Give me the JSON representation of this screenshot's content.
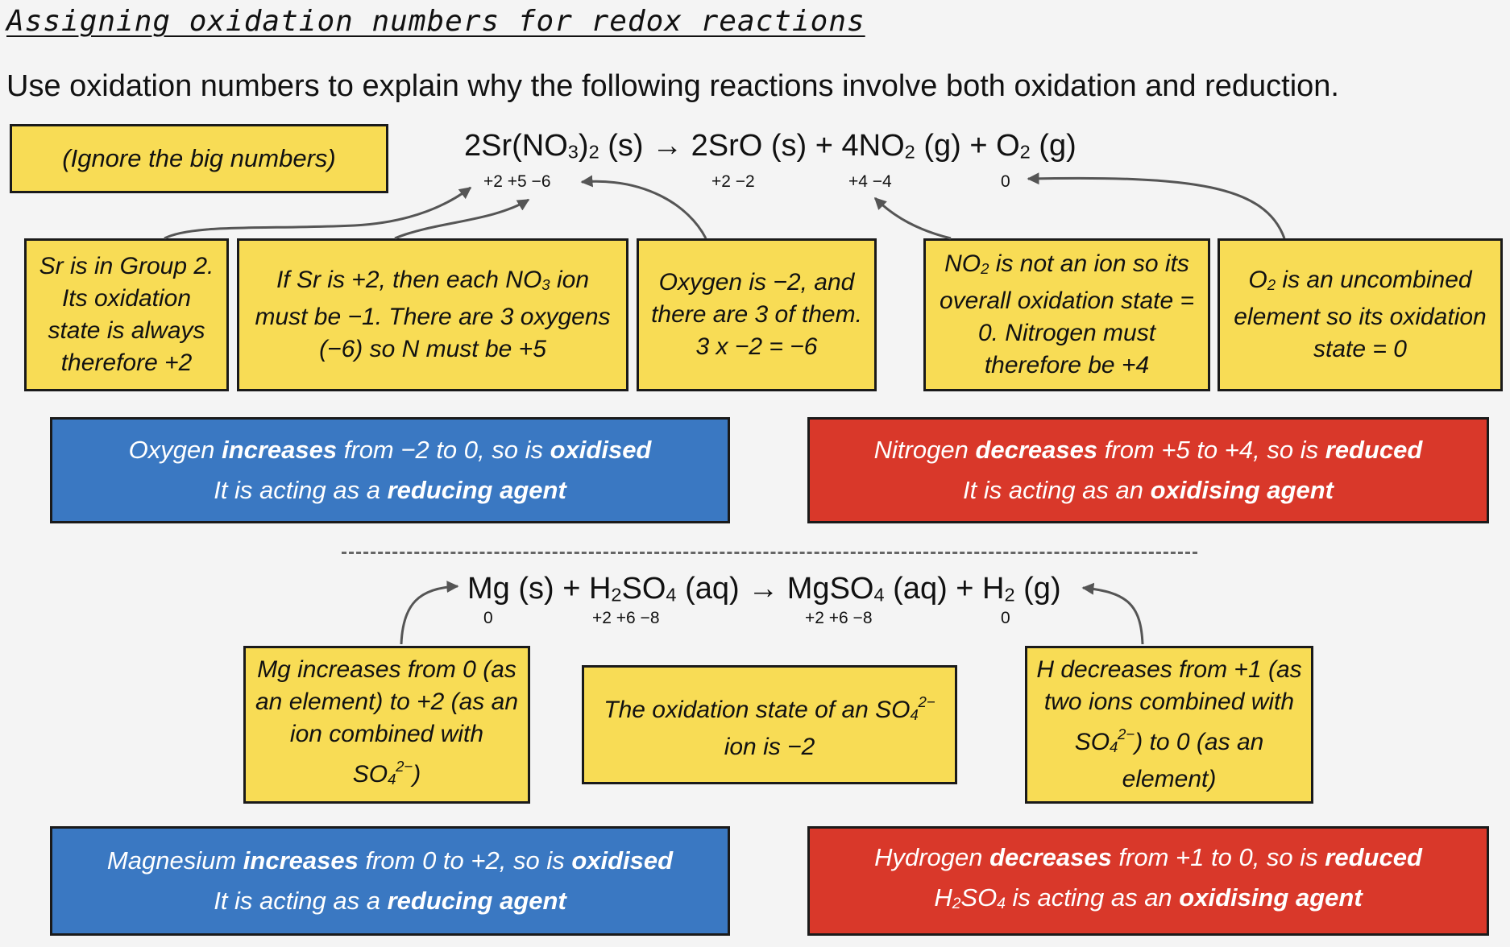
{
  "title": "Assigning oxidation numbers for redox reactions",
  "instruction": "Use oxidation numbers to explain why the following reactions involve both oxidation and reduction.",
  "note": "(Ignore the big numbers)",
  "reaction1": {
    "equation_parts": [
      "2Sr(NO",
      "3",
      ")",
      "2",
      " (s) → 2SrO (s) + 4NO",
      "2",
      " (g) + O",
      "2",
      " (g)"
    ],
    "ox_sr_nitrate": "+2  +5  −6",
    "ox_sro": "+2 −2",
    "ox_no2": "+4  −4",
    "ox_o2": "0",
    "explanations": {
      "sr": "Sr is in Group 2. Its oxidation state is always therefore +2",
      "n_parts": [
        "If Sr is +2, then each NO",
        "3",
        " ion must be −1. There are 3 oxygens (−6) so N must be +5"
      ],
      "o": "Oxygen is −2, and there are 3 of them. 3 x −2 = −6",
      "no2_parts": [
        "NO",
        "2",
        " is not an ion so its overall oxidation state = 0. Nitrogen must therefore be +4"
      ],
      "o2_parts": [
        "O",
        "2",
        " is an uncombined element so its oxidation state = 0"
      ]
    },
    "oxidised": {
      "line1_parts": [
        "Oxygen ",
        "increases",
        " from −2 to 0, so is ",
        "oxidised"
      ],
      "line2_parts": [
        "It is acting as a ",
        "reducing agent"
      ]
    },
    "reduced": {
      "line1_parts": [
        "Nitrogen ",
        "decreases",
        " from +5 to +4, so is ",
        "reduced"
      ],
      "line2_parts": [
        "It is acting as an ",
        "oxidising agent"
      ]
    }
  },
  "reaction2": {
    "equation_parts": [
      "Mg (s) + H",
      "2",
      "SO",
      "4",
      " (aq) → MgSO",
      "4",
      " (aq) + H",
      "2",
      " (g)"
    ],
    "ox_mg": "0",
    "ox_h2so4": "+2  +6 −8",
    "ox_mgso4": "+2 +6 −8",
    "ox_h2": "0",
    "explanations": {
      "mg_parts": [
        "Mg increases from 0 (as an element) to +2 (as an ion combined with SO",
        "4",
        "2−",
        ")"
      ],
      "so4_parts": [
        "The oxidation state of an SO",
        "4",
        "2−",
        " ion is −2"
      ],
      "h_parts": [
        "H decreases from +1 (as two ions combined with SO",
        "4",
        "2−",
        ") to 0 (as an element)"
      ]
    },
    "oxidised": {
      "line1_parts": [
        "Magnesium ",
        "increases",
        " from 0 to +2, so is ",
        "oxidised"
      ],
      "line2_parts": [
        "It is acting as a ",
        "reducing agent"
      ]
    },
    "reduced": {
      "line1_parts": [
        "Hydrogen ",
        "decreases",
        " from +1 to 0, so is ",
        "reduced"
      ],
      "line2_parts": [
        "H",
        "2",
        "SO",
        "4",
        " is acting as an ",
        "oxidising agent"
      ]
    }
  },
  "colors": {
    "yellow": "#f8dc55",
    "blue": "#3a78c2",
    "red": "#d9382a",
    "arrow": "#555555"
  }
}
